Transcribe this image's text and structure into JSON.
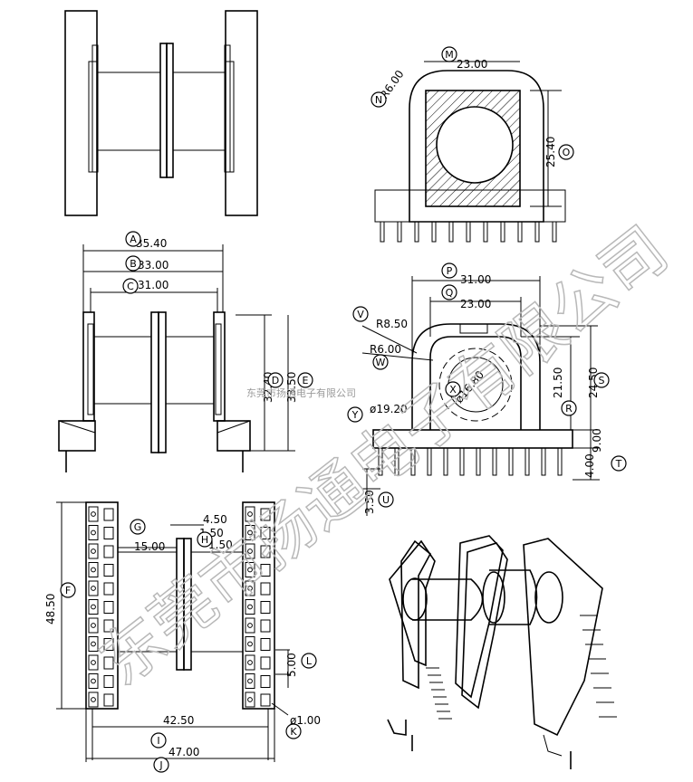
{
  "views": {
    "side_top": "top-left side view",
    "front": "front view",
    "bottom": "bottom view with pins",
    "top_right": "end view with hatched core",
    "end": "end view with dimensions",
    "iso": "isometric view"
  },
  "dimensions": {
    "A": "35.40",
    "B": "33.00",
    "C": "31.00",
    "D": "32.40",
    "E": "33.50",
    "F": "48.50",
    "G": "15.00",
    "H1": "4.50",
    "H2": "1.50",
    "H3": "1.50",
    "I": "42.50",
    "J": "47.00",
    "K": "ø1.00",
    "L": "5.00",
    "M": "23.00",
    "N": "R6.00",
    "O": "25.40",
    "P": "31.00",
    "Q": "23.00",
    "R": "21.50",
    "S": "24.50",
    "T1": "4.00",
    "T2": "9.00",
    "U": "3.50",
    "V": "R8.50",
    "W": "R6.00",
    "X": "ø16.80",
    "Y": "ø19.20"
  },
  "labels": {
    "A": "A",
    "B": "B",
    "C": "C",
    "D": "D",
    "E": "E",
    "F": "F",
    "G": "G",
    "H": "H",
    "I": "I",
    "J": "J",
    "K": "K",
    "L": "L",
    "M": "M",
    "N": "N",
    "O": "O",
    "P": "P",
    "Q": "Q",
    "R": "R",
    "S": "S",
    "T": "T",
    "U": "U",
    "V": "V",
    "W": "W",
    "X": "X",
    "Y": "Y"
  },
  "watermark": {
    "large": "东莞市扬通电子有限公司",
    "small": "东莞市扬通电子有限公司"
  }
}
